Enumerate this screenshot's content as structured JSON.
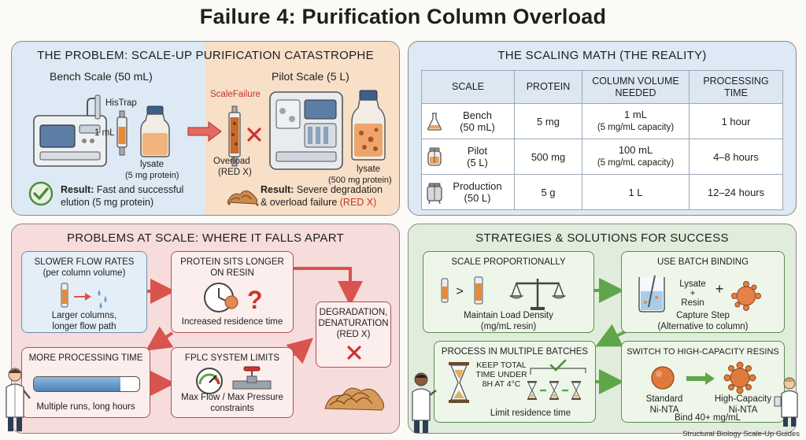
{
  "title": "Failure 4: Purification Column Overload",
  "problem": {
    "heading": "THE PROBLEM: SCALE-UP PURIFICATION CATASTROPHE",
    "bench_title": "Bench Scale (50 mL)",
    "pilot_title": "Pilot Scale (5 L)",
    "histrap": "HisTrap",
    "one_ml": "1 mL",
    "lysate_bench": "lysate",
    "lysate_bench_sub": "(5 mg protein)",
    "scale_failure": "ScaleFailure",
    "overload": "Overload",
    "overload_red": "(RED X)",
    "lysate_pilot": "lysate",
    "lysate_pilot_sub": "(500 mg protein)",
    "bench_result_label": "Result:",
    "bench_result_1": "Fast and successful",
    "bench_result_2": "elution (5 mg protein)",
    "pilot_result_label": "Result:",
    "pilot_result_1": "Severe degradation",
    "pilot_result_2a": "& overload failure",
    "pilot_result_2b": "(RED X)"
  },
  "math": {
    "heading": "THE SCALING MATH (THE REALITY)",
    "headers": [
      "SCALE",
      "PROTEIN",
      "COLUMN VOLUME NEEDED",
      "PROCESSING TIME"
    ],
    "header_lines": {
      "col_volume_1": "COLUMN VOLUME",
      "col_volume_2": "NEEDED",
      "proc_1": "PROCESSING",
      "proc_2": "TIME"
    },
    "rows": [
      {
        "scale_1": "Bench",
        "scale_2": "(50 mL)",
        "protein": "5 mg",
        "volume_1": "1 mL",
        "volume_2": "(5 mg/mL capacity)",
        "time": "1 hour"
      },
      {
        "scale_1": "Pilot",
        "scale_2": "(5 L)",
        "protein": "500 mg",
        "volume_1": "100 mL",
        "volume_2": "(5 mg/mL capacity)",
        "time": "4–8 hours"
      },
      {
        "scale_1": "Production",
        "scale_2": "(50 L)",
        "protein": "5 g",
        "volume_1": "1 L",
        "volume_2": "",
        "time": "12–24 hours"
      }
    ]
  },
  "atscale": {
    "heading": "PROBLEMS AT SCALE: WHERE IT FALLS APART",
    "slower_title_1": "SLOWER FLOW RATES",
    "slower_title_2": "(per column volume)",
    "slower_body_1": "Larger columns,",
    "slower_body_2": "longer flow path",
    "sits_title_1": "PROTEIN SITS LONGER",
    "sits_title_2": "ON RESIN",
    "sits_body": "Increased residence time",
    "degr_title_1": "DEGRADATION,",
    "degr_title_2": "DENATURATION",
    "degr_red": "(RED X)",
    "more_title": "MORE PROCESSING TIME",
    "more_body": "Multiple runs, long hours",
    "more_progress": 0.82,
    "fplc_title": "FPLC SYSTEM LIMITS",
    "fplc_body_1": "Max Flow / Max Pressure",
    "fplc_body_2": "constraints"
  },
  "strat": {
    "heading": "STRATEGIES & SOLUTIONS FOR SUCCESS",
    "prop_title": "SCALE PROPORTIONALLY",
    "prop_gt": ">",
    "prop_body_1": "Maintain Load Density",
    "prop_body_2": "(mg/mL resin)",
    "batch_title": "USE BATCH BINDING",
    "batch_lysate": "Lysate",
    "batch_plus1": "+",
    "batch_resin": "Resin",
    "batch_plus2": "+",
    "batch_body_1": "Capture Step",
    "batch_body_2": "(Alternative to column)",
    "multi_title": "PROCESS IN MULTIPLE BATCHES",
    "multi_keep_1": "KEEP TOTAL",
    "multi_keep_2": "TIME UNDER",
    "multi_keep_3": "8H AT 4°C",
    "multi_body": "Limit residence time",
    "hc_title": "SWITCH TO HIGH-CAPACITY RESINS",
    "hc_std_1": "Standard",
    "hc_std_2": "Ni-NTA",
    "hc_high_1": "High-Capacity",
    "hc_high_2": "Ni-NTA",
    "hc_bind": "Bind 40+ mg/mL"
  },
  "footer": "Structural Biology Scale-Up Guides",
  "colors": {
    "problem_blue": "#dde9f4",
    "problem_peach": "#f8dfc8",
    "danger_red": "#c0392b",
    "success_green": "#4c8c3c",
    "arrow_red": "#d9534f",
    "arrow_green": "#5fa64a"
  }
}
